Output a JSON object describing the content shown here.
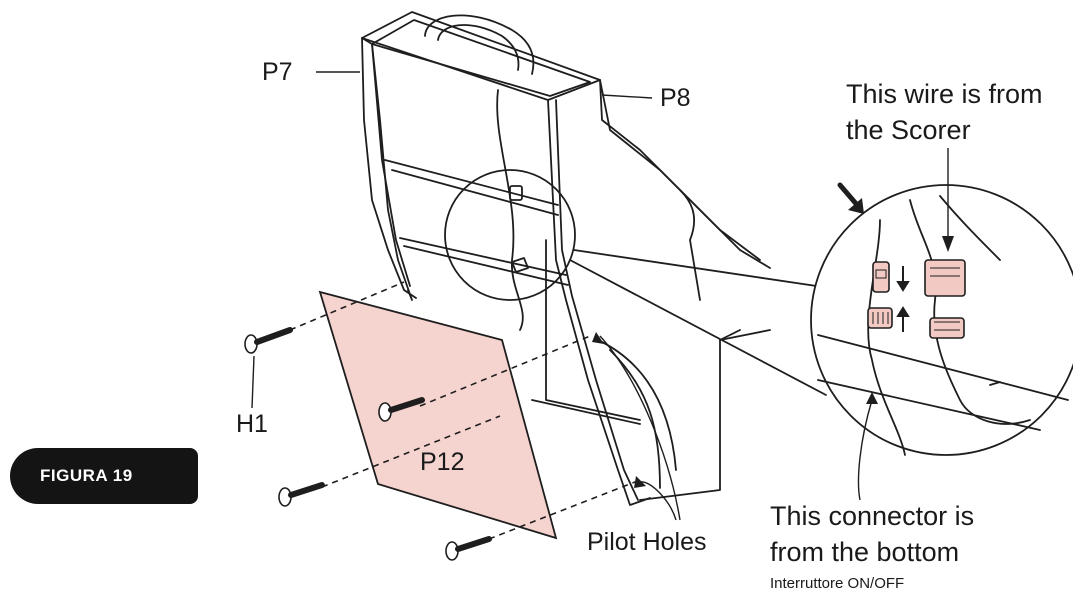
{
  "figure_badge": "FIGURA 19",
  "labels": {
    "p7": "P7",
    "p8": "P8",
    "p12": "P12",
    "h1": "H1",
    "pilot_holes": "Pilot Holes"
  },
  "callouts": {
    "wire_line1": "This wire is from",
    "wire_line2": "the Scorer",
    "connector_line1": "This connector is",
    "connector_line2": "from the bottom",
    "switch_note": "Interruttore  ON/OFF"
  },
  "colors": {
    "panel_fill": "#f5d3cf",
    "connector_fill": "#f3c9c4",
    "line": "#1e1e1e",
    "badge": "#141414"
  }
}
